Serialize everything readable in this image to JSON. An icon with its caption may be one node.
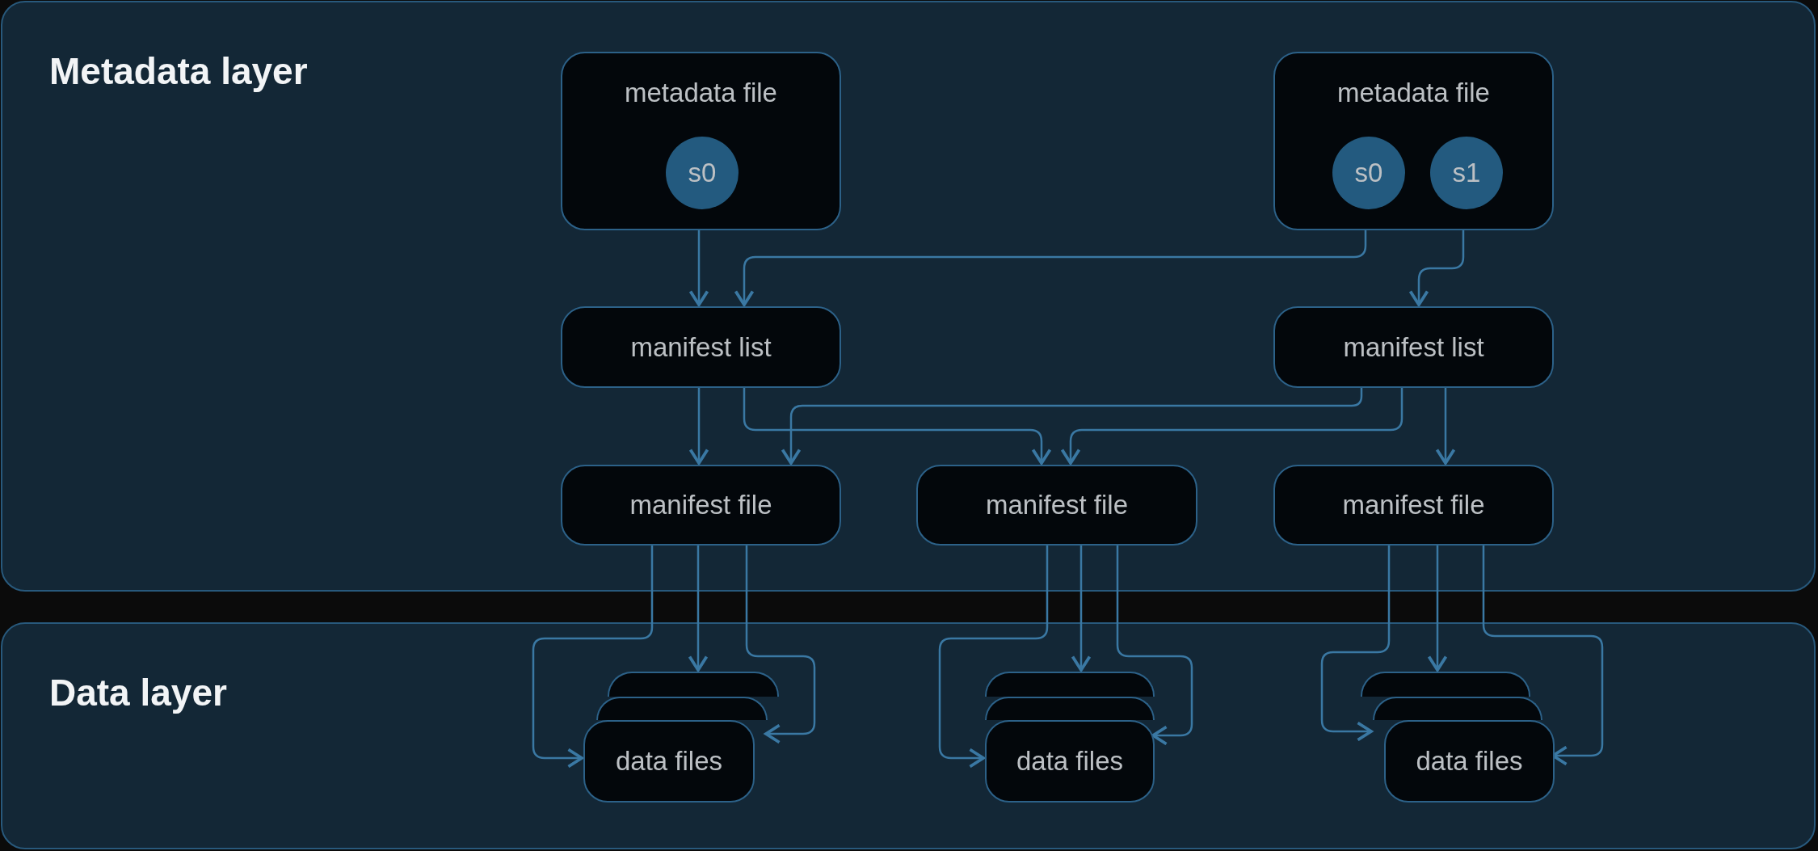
{
  "diagram": {
    "nodes": [
      {
        "text": [
          "Metadata layer"
        ]
      },
      {
        "text": [
          "metadata file"
        ],
        "in": 0
      },
      {
        "text": [
          "s0"
        ],
        "in": 1
      },
      {
        "text": [
          "metadata file"
        ],
        "in": 0
      },
      {
        "text": [
          "s0"
        ],
        "in": 3
      },
      {
        "text": [
          "s1"
        ],
        "in": 3
      },
      {
        "text": [
          "manifest list"
        ],
        "in": 0
      },
      {
        "text": [
          "manifest list"
        ],
        "in": 0
      },
      {
        "text": [
          "manifest file"
        ],
        "in": 0
      },
      {
        "text": [
          "manifest file"
        ],
        "in": 0
      },
      {
        "text": [
          "manifest file"
        ],
        "in": 0
      },
      {
        "text": [
          "Data layer"
        ]
      },
      {
        "text": [],
        "shape": "box",
        "in": 11
      },
      {
        "text": [],
        "shape": "box",
        "in": 11
      },
      {
        "text": [
          "data files"
        ],
        "in": 11
      },
      {
        "text": [],
        "shape": "box",
        "in": 11
      },
      {
        "text": [],
        "shape": "box",
        "in": 11
      },
      {
        "text": [
          "data files"
        ],
        "in": 11
      },
      {
        "text": [],
        "shape": "box",
        "in": 11
      },
      {
        "text": [],
        "shape": "box",
        "in": 11
      },
      {
        "text": [
          "data files"
        ],
        "in": 11
      }
    ],
    "edges": [
      {
        "from": 2,
        "to": 6,
        "arrow": "to"
      },
      {
        "from": 4,
        "to": 6,
        "arrow": "to"
      },
      {
        "from": 5,
        "to": 7,
        "arrow": "to"
      },
      {
        "from": 6,
        "to": 8,
        "arrow": "to"
      },
      {
        "from": 6,
        "to": 9,
        "arrow": "to"
      },
      {
        "from": 7,
        "to": 8,
        "arrow": "to"
      },
      {
        "from": 7,
        "to": 9,
        "arrow": "to"
      },
      {
        "from": 7,
        "to": 10,
        "arrow": "to"
      },
      {
        "from": 8,
        "to": 14,
        "arrow": "to"
      },
      {
        "from": 8,
        "to": 12,
        "arrow": "to"
      },
      {
        "from": 8,
        "to": 13,
        "arrow": "to"
      },
      {
        "from": 9,
        "to": 17,
        "arrow": "to"
      },
      {
        "from": 9,
        "to": 15,
        "arrow": "to"
      },
      {
        "from": 9,
        "to": 17,
        "arrow": "to"
      },
      {
        "from": 10,
        "to": 19,
        "arrow": "to"
      },
      {
        "from": 10,
        "to": 18,
        "arrow": "to"
      },
      {
        "from": 10,
        "to": 20,
        "arrow": "to"
      }
    ]
  }
}
